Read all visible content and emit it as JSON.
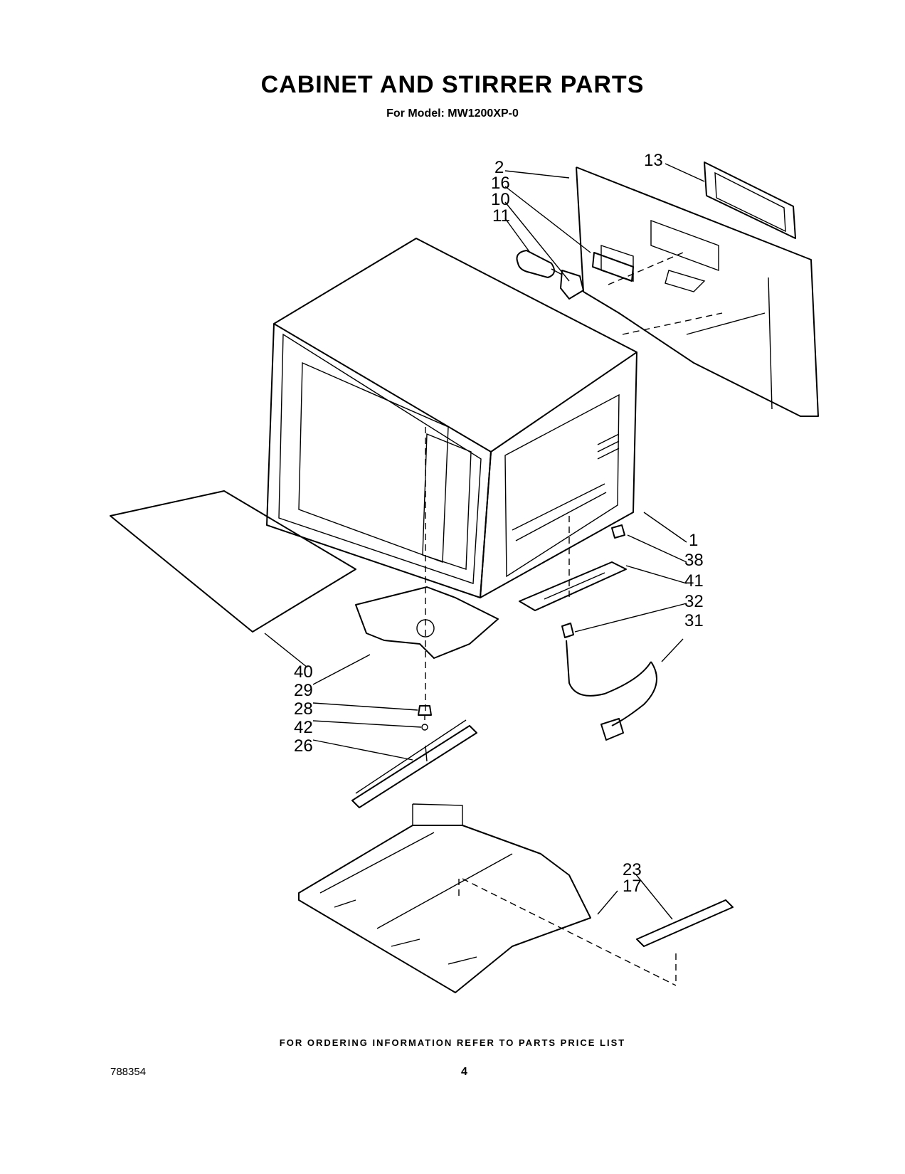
{
  "page": {
    "title": "CABINET AND STIRRER PARTS",
    "subtitle": "For Model: MW1200XP-0",
    "footer_note": "FOR ORDERING INFORMATION REFER TO PARTS PRICE LIST",
    "document_number": "788354",
    "page_number": "4"
  },
  "callouts": [
    "2",
    "16",
    "10",
    "11",
    "13",
    "1",
    "38",
    "41",
    "32",
    "31",
    "40",
    "29",
    "28",
    "42",
    "26",
    "23",
    "17"
  ]
}
